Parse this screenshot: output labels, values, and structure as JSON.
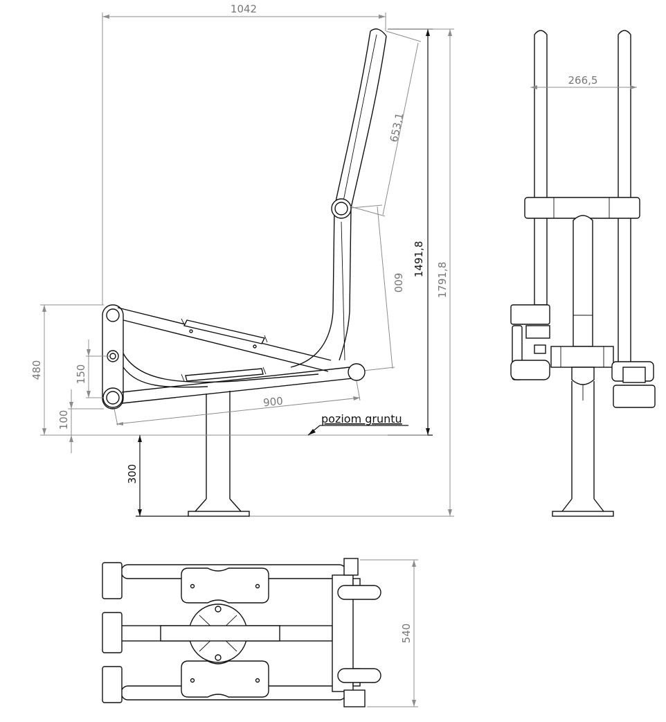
{
  "drawing": {
    "side_view": {
      "dims": {
        "overall_width": "1042",
        "upper_arm_length": "653,1",
        "lower_arm_length": "600",
        "height_total_handle": "1491,8",
        "height_total": "1791,8",
        "seat_height": "480",
        "pivot_offset": "150",
        "bottom_offset": "100",
        "footrest_length": "900",
        "foundation_depth": "300"
      },
      "ground_label": "poziom gruntu"
    },
    "front_view": {
      "dims": {
        "handle_spacing": "266,5"
      }
    },
    "top_view": {
      "dims": {
        "overall_depth": "540"
      }
    },
    "colors": {
      "line": "#111111",
      "dimension": "#8c8c8c",
      "background": "#ffffff"
    }
  }
}
